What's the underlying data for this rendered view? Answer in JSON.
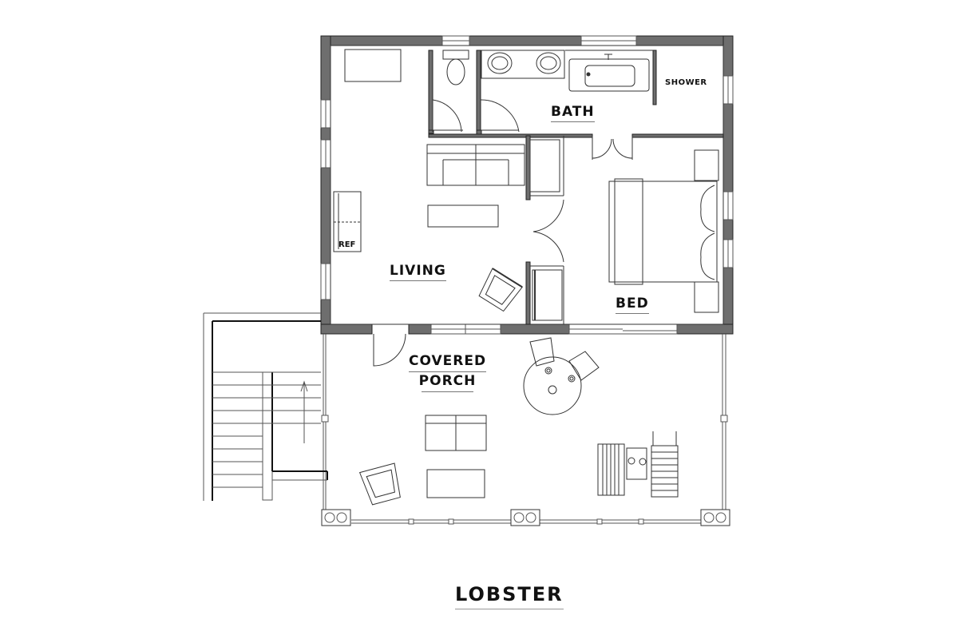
{
  "plan": {
    "title": "LOBSTER",
    "rooms": {
      "bath": "BATH",
      "shower": "SHOWER",
      "living": "LIVING",
      "bed": "BED",
      "ref": "REF",
      "porch_line1": "COVERED",
      "porch_line2": "PORCH"
    },
    "colors": {
      "wall": "#6e6e6e",
      "line": "#333333",
      "background": "#ffffff"
    }
  }
}
